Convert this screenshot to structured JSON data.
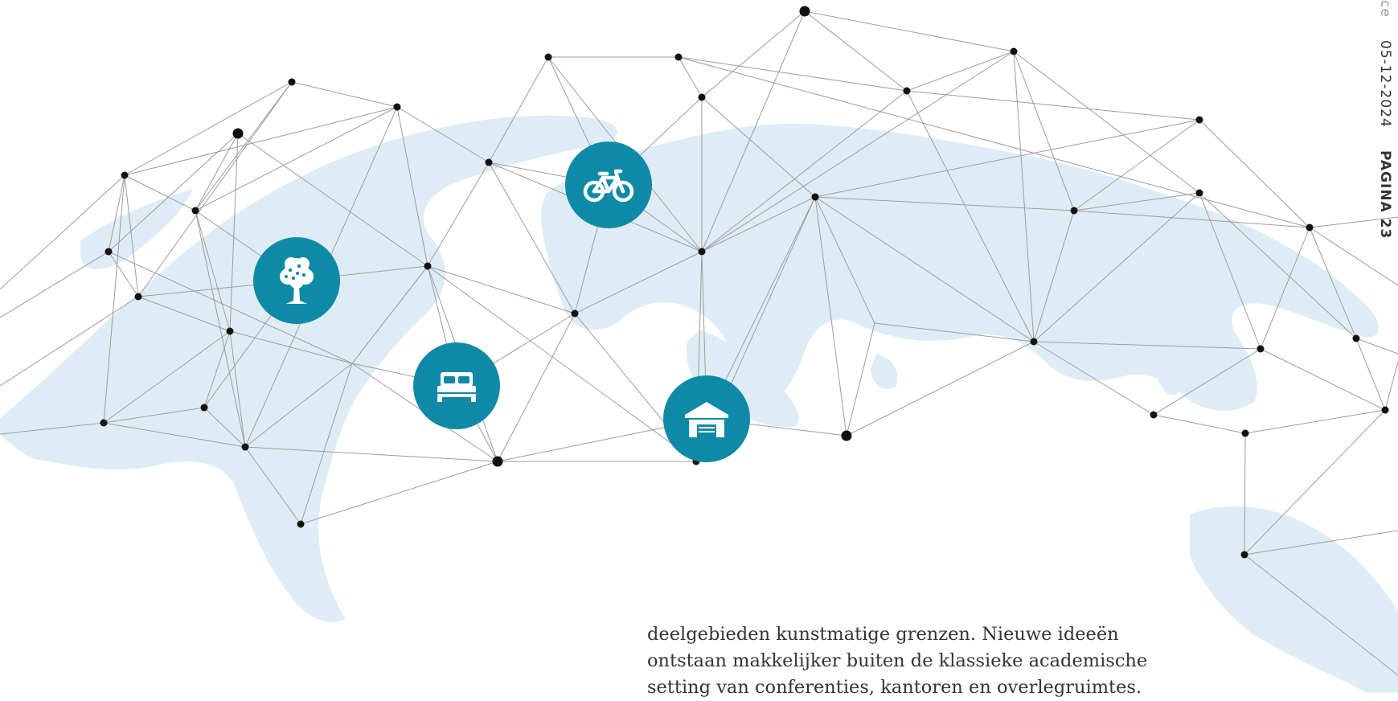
{
  "colors": {
    "map_fill": "#deedf5",
    "network_line": "#9c9c9c",
    "node": "#111111",
    "icon_circle": "#0f8aa6",
    "icon_glyph": "#ffffff"
  },
  "sidebar": {
    "source_fragment": "ce",
    "date": "05-12-2024",
    "page_label": "PAGINA 23"
  },
  "body_text": {
    "lines": [
      "deelgebieden kunstmatige grenzen. Nieuwe ideeën",
      "ontstaan makkelijker buiten de klassieke academische",
      "setting van conferenties, kantoren en overlegruimtes."
    ]
  },
  "icons": [
    {
      "name": "tree-icon"
    },
    {
      "name": "bicycle-icon"
    },
    {
      "name": "bed-icon"
    },
    {
      "name": "garage-icon"
    }
  ]
}
